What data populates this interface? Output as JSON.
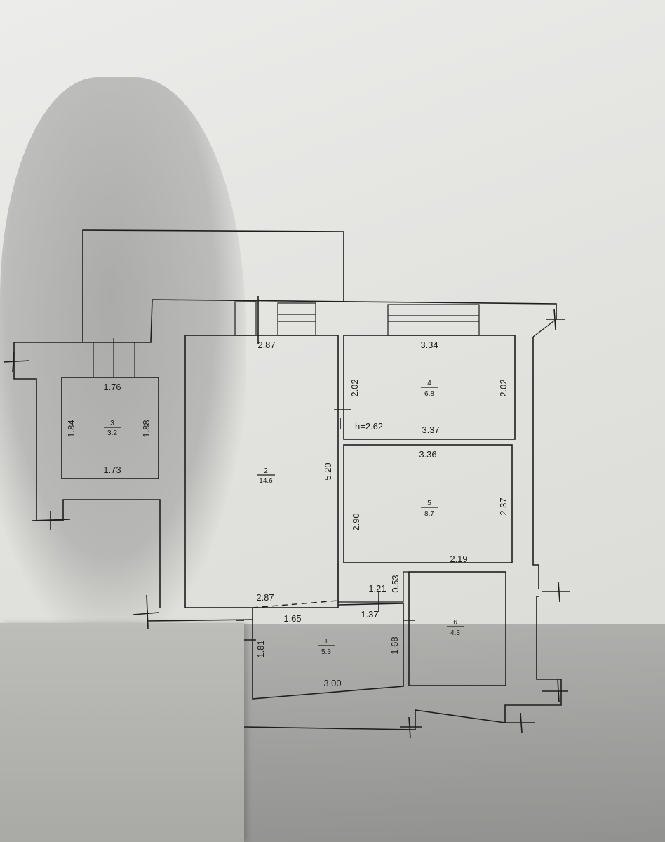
{
  "height_label": "h=2.62",
  "rooms": [
    {
      "number": "1",
      "area": "5.3"
    },
    {
      "number": "2",
      "area": "14.6"
    },
    {
      "number": "3",
      "area": "3.2"
    },
    {
      "number": "4",
      "area": "6.8"
    },
    {
      "number": "5",
      "area": "8.7"
    },
    {
      "number": "6",
      "area": "4.3"
    }
  ],
  "dimensions": {
    "r2_top": "2.87",
    "r2_side": "5.20",
    "r2_bottom": "2.87",
    "r3_top": "1.76",
    "r3_left": "1.84",
    "r3_right": "1.88",
    "r3_bottom": "1.73",
    "r4_top": "3.34",
    "r4_left": "2.02",
    "r4_right": "2.02",
    "r4_bottom": "3.37",
    "r5_top": "3.36",
    "r5_left": "2.90",
    "r5_right": "2.37",
    "r5_bottom": "2.19",
    "r1_top_left": "1.65",
    "r1_top_right": "1.37",
    "r1_left": "1.81",
    "r1_right": "1.68",
    "r1_bottom": "3.00",
    "notch_width": "1.21",
    "notch_depth": "0.53"
  }
}
